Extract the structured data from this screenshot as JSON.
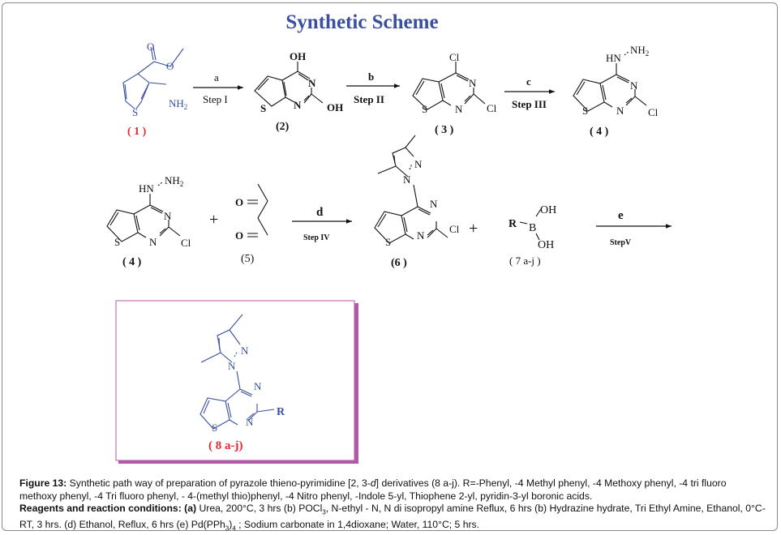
{
  "title": "Synthetic Scheme",
  "colors": {
    "title": "#3a4fa0",
    "structure_blue": "#3a4fa0",
    "label_red": "#e8282e",
    "product_box_border": "#b05aa8",
    "ink": "#111111"
  },
  "compounds": {
    "c1": {
      "label": "( 1 )",
      "atoms": {
        "o_carbonyl": "O",
        "o_ester": "O",
        "s": "S",
        "nh2": "NH",
        "nh2_sub": "2"
      }
    },
    "c2": {
      "label": "(2)",
      "atoms": {
        "oh_top": "OH",
        "n3": "N",
        "n1": "N",
        "oh_right": "OH",
        "s": "S"
      }
    },
    "c3": {
      "label": "( 3 )",
      "atoms": {
        "cl_top": "Cl",
        "n3": "N",
        "n1": "N",
        "cl_right": "Cl",
        "s": "S"
      }
    },
    "c4a": {
      "label": "( 4 )",
      "atoms": {
        "hn": "HN",
        "nh2": "NH",
        "nh2_sub": "2",
        "n3": "N",
        "n1": "N",
        "cl": "Cl",
        "s": "S"
      }
    },
    "c4b": {
      "label": "( 4 )",
      "atoms": {
        "hn": "HN",
        "nh2": "NH",
        "nh2_sub": "2",
        "n3": "N",
        "n1": "N",
        "cl": "Cl",
        "s": "S"
      }
    },
    "c5": {
      "label": "(5)",
      "atoms": {
        "o_top": "O",
        "o_bottom": "O"
      }
    },
    "c6": {
      "label": "(6 )",
      "atoms": {
        "pz_n2": "N",
        "pz_n1": "N",
        "n3": "N",
        "n1": "N",
        "cl": "Cl",
        "s": "S"
      }
    },
    "c7": {
      "label": "( 7 a-j )",
      "atoms": {
        "r": "R",
        "b": "B",
        "oh_top": "OH",
        "oh_bottom": "OH"
      }
    },
    "c8": {
      "label": "( 8 a-j)",
      "atoms": {
        "pz_n2": "N",
        "pz_n1": "N",
        "n3": "N",
        "n1": "N",
        "r": "R",
        "s": "S"
      }
    }
  },
  "arrows": [
    {
      "reagent": "a",
      "step": "Step I"
    },
    {
      "reagent": "b",
      "step": "Step II"
    },
    {
      "reagent": "c",
      "step": "Step III"
    },
    {
      "reagent": "d",
      "step": "Step IV"
    },
    {
      "reagent": "e",
      "step": "StepV"
    }
  ],
  "plus_signs": [
    "+",
    "+"
  ],
  "caption": {
    "fig_label": "Figure 13:",
    "fig_text_1": " Synthetic path way of preparation of pyrazole thieno-pyrimidine [2, 3-",
    "fig_italic": "d",
    "fig_text_2": "] derivatives (8 a-j). R=-Phenyl, -4 Methyl phenyl, -4 Methoxy phenyl, -4 tri fluoro methoxy phenyl, -4 Tri fluoro phenyl, - 4-(methyl thio)phenyl, -4 Nitro phenyl, -Indole 5-yl, Thiophene 2-yl, pyridin-3-yl boronic acids.",
    "cond_label": "Reagents and reaction conditions:",
    "cond_a_label": "(a)",
    "cond_a": " Urea, 200°C, 3 hrs (b) POCl",
    "cond_pocl_sub": "3",
    "cond_b": ", N-ethyl - N, N di isopropyl amine Reflux, 6 hrs (b) Hydrazine hydrate, Tri Ethyl Amine, Ethanol, 0°C-RT, 3 hrs. (d) Ethanol, Reflux, 6 hrs (e) Pd(PPh",
    "cond_pph_sub1": "3",
    "cond_close": ")",
    "cond_pph_sub2": "4",
    "cond_c": " ; Sodium carbonate in 1,4dioxane; Water, 110°C; 5 hrs."
  }
}
